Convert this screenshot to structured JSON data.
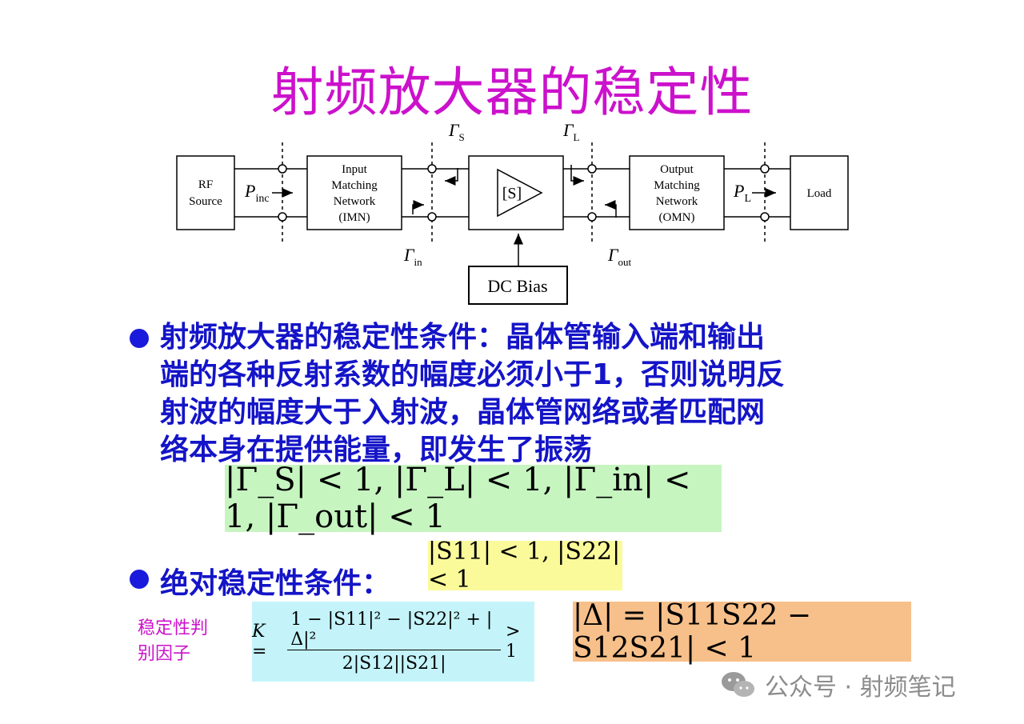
{
  "title": "射频放大器的稳定性",
  "diagram": {
    "rf_source": [
      "RF",
      "Source"
    ],
    "p_inc": "P",
    "p_inc_sub": "inc",
    "imn": [
      "Input",
      "Matching",
      "Network",
      "(IMN)"
    ],
    "gamma_s": "Γ",
    "gamma_s_sub": "S",
    "gamma_in": "Γ",
    "gamma_in_sub": "in",
    "transistor": "[S]",
    "gamma_l": "Γ",
    "gamma_l_sub": "L",
    "gamma_out": "Γ",
    "gamma_out_sub": "out",
    "omn": [
      "Output",
      "Matching",
      "Network",
      "(OMN)"
    ],
    "p_l": "P",
    "p_l_sub": "L",
    "load": "Load",
    "dc_bias": "DC Bias"
  },
  "paragraph": {
    "lines": [
      "射频放大器的稳定性条件：晶体管输入端和输出",
      "端的各种反射系数的幅度必须小于1，否则说明反",
      "射波的幅度大于入射波，晶体管网络或者匹配网",
      "络本身在提供能量，即发生了振荡"
    ]
  },
  "formula1": "|Γ_S| < 1, |Γ_L| < 1, |Γ_in| < 1, |Γ_out| < 1",
  "absolute": {
    "label": "绝对稳定性条件：",
    "formula": "|S11| < 1, |S22| < 1"
  },
  "factor_label": [
    "稳定性判",
    "别因子"
  ],
  "k_formula": {
    "lhs": "K =",
    "numerator": "1 − |S11|² − |S22|² + |Δ|²",
    "denominator": "2|S12||S21|",
    "rhs": "> 1"
  },
  "delta_formula": "|Δ| = |S11S22 − S12S21| < 1",
  "watermark": "公众号 · 射频笔记",
  "colors": {
    "title": "#cc11cc",
    "text_blue": "#1414c8",
    "green_box": "#c6f5c0",
    "yellow_box": "#fafa9a",
    "cyan_box": "#c4f4fa",
    "orange_box": "#f7c08a"
  }
}
